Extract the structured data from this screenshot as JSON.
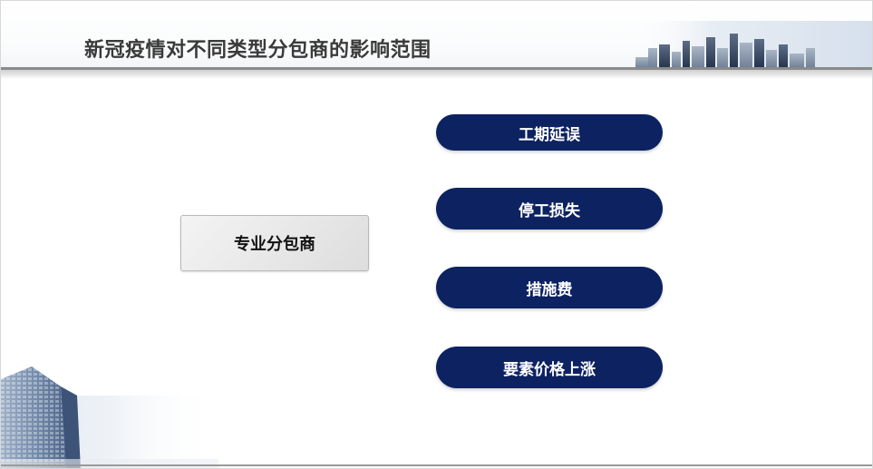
{
  "slide": {
    "title": "新冠疫情对不同类型分包商的影响范围",
    "category": "专业分包商",
    "impacts": [
      "工期延误",
      "停工损失",
      "措施费",
      "要素价格上涨"
    ]
  },
  "colors": {
    "pill": "#0d2260",
    "title_text": "#3a3a3a"
  }
}
